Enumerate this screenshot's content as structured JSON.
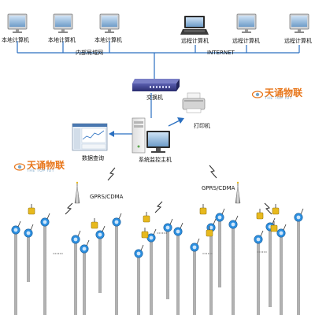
{
  "labels": {
    "local_pc": "本地计算机",
    "remote_pc": "远程计算机",
    "lan": "内部局域网",
    "internet": "INTERNET",
    "switch": "交换机",
    "printer": "打印机",
    "data_query": "数据查询",
    "host": "系统监控主机",
    "gprs": "GPRS/CDMA"
  },
  "watermark": {
    "name": "天诵物联",
    "sub": "THE TOP IOT"
  },
  "colors": {
    "line": "#2a6fc0",
    "switch": "#3b3f8f",
    "yellow_device": "#e7b91e",
    "blue_device": "#2c8fe0",
    "pole": "#7d7d7d",
    "watermark_orange": "#e8761a",
    "watermark_blue": "#7aa6c8"
  },
  "icons": {
    "monitor": "monitor-icon",
    "laptop": "laptop-icon",
    "switch": "network-switch-icon",
    "printer": "printer-icon",
    "server": "server-tower-icon",
    "screen": "data-screen-icon",
    "signal": "lightning-signal-icon",
    "tower": "gprs-antenna-icon",
    "sensor": "sensor-pole-icon",
    "rtu": "yellow-rtu-icon"
  }
}
